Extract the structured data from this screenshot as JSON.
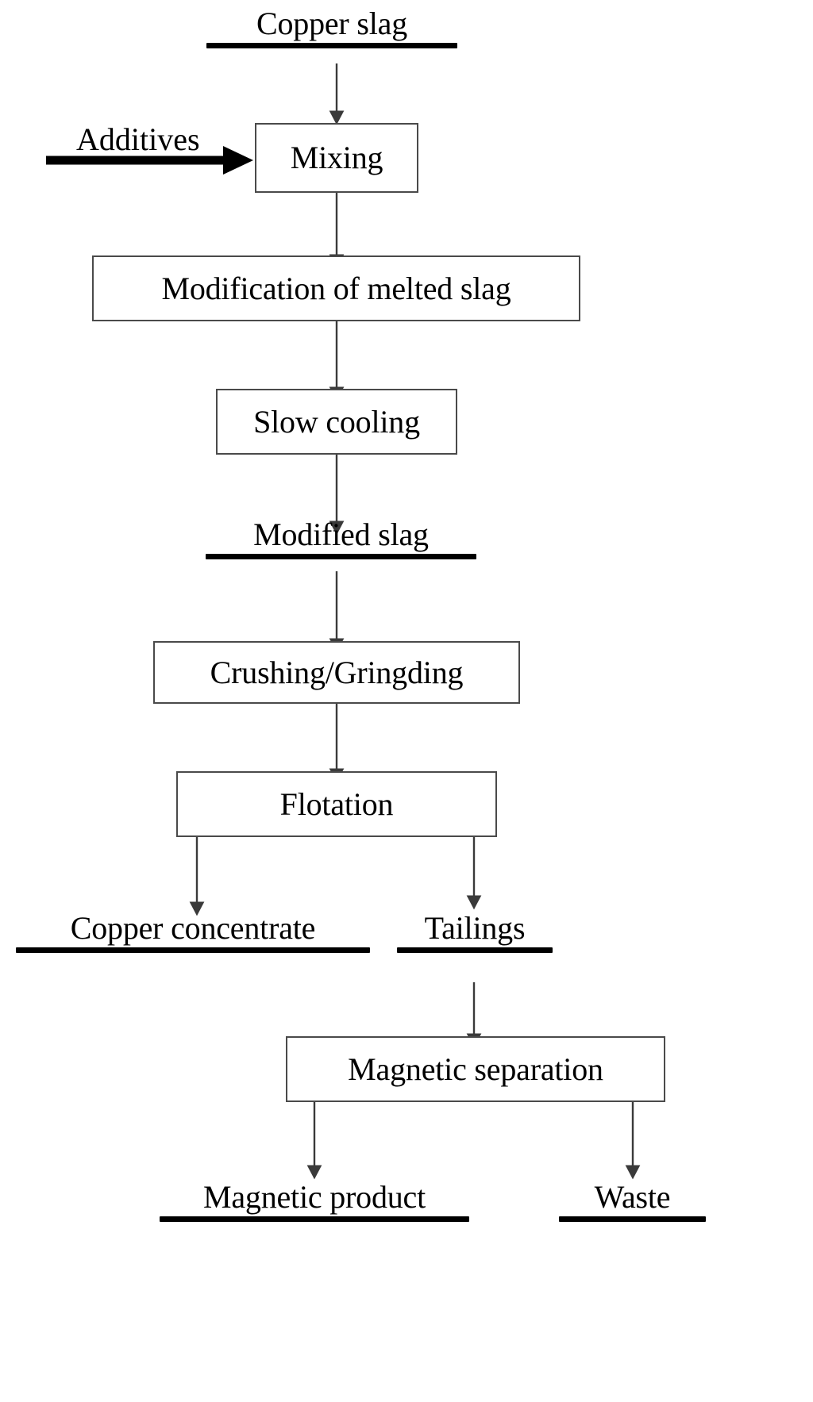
{
  "diagram": {
    "title": "Copper slag modification and recovery flowsheet",
    "type": "process-flowchart",
    "background_color": "#ffffff",
    "line_color": "#3a3a3a",
    "box_border_color": "#4a4a4a",
    "text_color": "#000000",
    "rule_color": "#000000"
  },
  "streams": {
    "copper_slag": "Copper slag",
    "additives": "Additives",
    "modified_slag": "Modified slag",
    "copper_concentrate": "Copper concentrate",
    "tailings": "Tailings",
    "magnetic_product": "Magnetic product",
    "waste": "Waste"
  },
  "processes": {
    "mixing": "Mixing",
    "modification": "Modification of melted slag",
    "slow_cooling": "Slow cooling",
    "crushing": "Crushing/Gringding",
    "flotation": "Flotation",
    "magnetic_separation": "Magnetic separation"
  },
  "connections": [
    {
      "from": "Copper slag",
      "to": "Mixing",
      "style": "thin-arrow"
    },
    {
      "from": "Additives",
      "to": "Mixing",
      "style": "thick-arrow"
    },
    {
      "from": "Mixing",
      "to": "Modification of melted slag",
      "style": "thin-arrow"
    },
    {
      "from": "Modification of melted slag",
      "to": "Slow cooling",
      "style": "thin-arrow"
    },
    {
      "from": "Slow cooling",
      "to": "Modified slag",
      "style": "thin-arrow"
    },
    {
      "from": "Modified slag",
      "to": "Crushing/Gringding",
      "style": "thin-arrow"
    },
    {
      "from": "Crushing/Gringding",
      "to": "Flotation",
      "style": "thin-arrow"
    },
    {
      "from": "Flotation",
      "to": "Copper concentrate",
      "style": "thin-arrow"
    },
    {
      "from": "Flotation",
      "to": "Tailings",
      "style": "thin-arrow"
    },
    {
      "from": "Tailings",
      "to": "Magnetic separation",
      "style": "thin-arrow"
    },
    {
      "from": "Magnetic separation",
      "to": "Magnetic product",
      "style": "thin-arrow"
    },
    {
      "from": "Magnetic separation",
      "to": "Waste",
      "style": "thin-arrow"
    }
  ]
}
